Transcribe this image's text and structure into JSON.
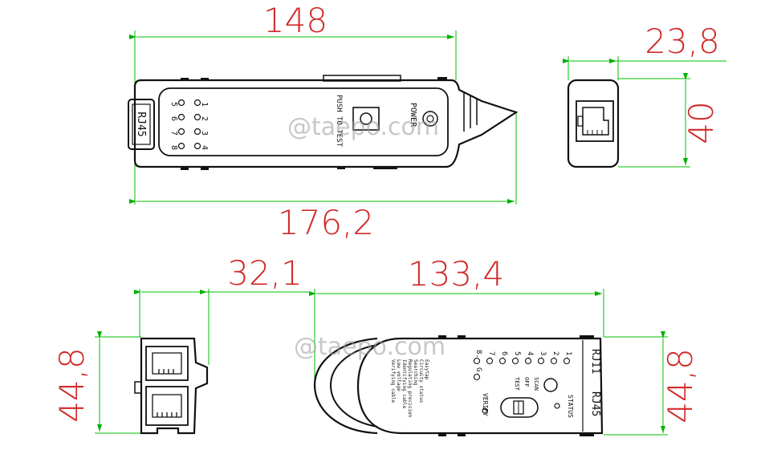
{
  "watermark": "@taepo.com",
  "dimensions": {
    "top_length": "148",
    "total_length": "176,2",
    "side_width": "23,8",
    "side_height": "40",
    "front_width": "32,1",
    "front_height": "44,8",
    "receiver_length": "133,4",
    "receiver_height": "44,8"
  },
  "labels": {
    "rj45": "RJ45",
    "push_to_test": "PUSH TO TEST",
    "power": "POWER",
    "pin_1": "1",
    "pin_2": "2",
    "pin_3": "3",
    "pin_4": "4",
    "pin_5": "5",
    "pin_6": "6",
    "pin_7": "7",
    "pin_8": "8",
    "rj11": "RJ11",
    "rj45_bottom": "RJ45",
    "status": "STATUS",
    "verify": "VERIFY",
    "scan": "SCAN",
    "off": "OFF",
    "test": "TEST",
    "rows": [
      "1.",
      "2.",
      "3.",
      "4.",
      "5.",
      "6.",
      "7.",
      "8.",
      "G."
    ],
    "features": [
      "Easytap",
      "Circuity status",
      "Searching",
      "Regulating precision",
      "Identifying cable",
      "Low voltage",
      "Verifying cable"
    ]
  }
}
